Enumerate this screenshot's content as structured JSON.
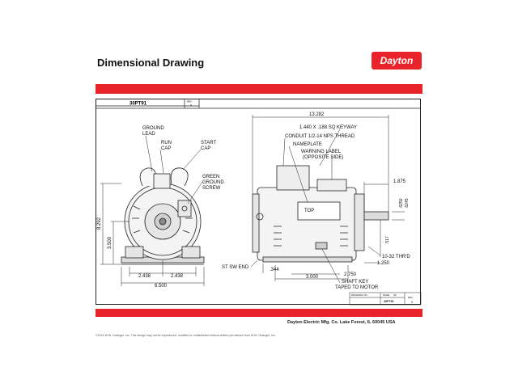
{
  "header": {
    "title": "Dimensional Drawing",
    "logo_text": "Dayton"
  },
  "titleblock": {
    "model": "30PT91",
    "rev_label": "REV.",
    "rev_value": "0"
  },
  "front_view": {
    "ground_lead": [
      "GROUND",
      "LEAD"
    ],
    "run_cap": [
      "RUN",
      "CAP"
    ],
    "start_cap": [
      "START",
      "CAP"
    ],
    "green_ground_screw": [
      "GREEN",
      "GROUND",
      "SCREW"
    ],
    "dim_height": "8.292",
    "dim_shaft_height": "3.500",
    "dim_half_left": "2.438",
    "dim_half_right": "2.438",
    "dim_width": "6.500"
  },
  "side_view": {
    "dim_overall": "13.282",
    "keyway": "1.440 X .188 SQ KEYWAY",
    "conduit": "CONDUIT 1/2-14 NPS THREAD",
    "nameplate": "NAMEPLATE",
    "warning_label": [
      "WARNING LABEL",
      "(OPPOSITE SIDE)"
    ],
    "dim_shaft_len": "1.875",
    "dim_shaft_d1": ".6250",
    "dim_shaft_d2": ".6245",
    "top_label": "TOP",
    "dim_517": ".517",
    "thread": "10-32 THR'D",
    "dim_1250": "1.250",
    "st_sw_end": "ST SW END",
    "dim_344": ".344",
    "dim_2750": "2.750",
    "dim_3000": "3.000",
    "shaft_key": [
      "SHAFT KEY",
      "TAPED TO MOTOR"
    ]
  },
  "bottom_block": {
    "drawing_no_label": "DRAWING NO.",
    "page_label": "PAGE",
    "of_label": "OF",
    "rev_label": "REV.",
    "drawing_no_value": "30PT91",
    "rev_value": "0"
  },
  "footer": {
    "company": "Dayton Electric Mfg. Co.  Lake Forest, IL  60045  USA",
    "copyright": "©2016 W.W. Grainger, Inc.   This design may not be reproduced, modified or redistributed without written permission from W.W. Grainger, Inc."
  },
  "colors": {
    "brand_red": "#e8242a"
  }
}
